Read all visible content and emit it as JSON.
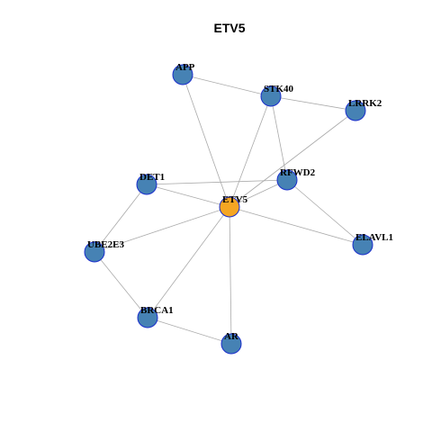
{
  "title": "ETV5",
  "colors": {
    "center_fill": "#F5A623",
    "node_fill": "#4682B4",
    "node_stroke": "#1A2ECC",
    "edge": "#AAAAAA"
  },
  "nodes": [
    {
      "id": "ETV5",
      "label": "ETV5",
      "center": true
    },
    {
      "id": "APP",
      "label": "APP"
    },
    {
      "id": "STK40",
      "label": "STK40"
    },
    {
      "id": "LRRK2",
      "label": "LRRK2"
    },
    {
      "id": "RFWD2",
      "label": "RFWD2"
    },
    {
      "id": "DET1",
      "label": "DET1"
    },
    {
      "id": "UBE2E3",
      "label": "UBE2E3"
    },
    {
      "id": "ELAVL1",
      "label": "ELAVL1"
    },
    {
      "id": "BRCA1",
      "label": "BRCA1"
    },
    {
      "id": "AR",
      "label": "AR"
    }
  ],
  "edges": [
    [
      "APP",
      "STK40"
    ],
    [
      "APP",
      "ETV5"
    ],
    [
      "STK40",
      "LRRK2"
    ],
    [
      "STK40",
      "ETV5"
    ],
    [
      "STK40",
      "RFWD2"
    ],
    [
      "LRRK2",
      "ETV5"
    ],
    [
      "RFWD2",
      "DET1"
    ],
    [
      "RFWD2",
      "ETV5"
    ],
    [
      "RFWD2",
      "ELAVL1"
    ],
    [
      "DET1",
      "ETV5"
    ],
    [
      "DET1",
      "UBE2E3"
    ],
    [
      "UBE2E3",
      "ETV5"
    ],
    [
      "UBE2E3",
      "BRCA1"
    ],
    [
      "ETV5",
      "ELAVL1"
    ],
    [
      "ETV5",
      "BRCA1"
    ],
    [
      "ETV5",
      "AR"
    ],
    [
      "BRCA1",
      "AR"
    ]
  ]
}
